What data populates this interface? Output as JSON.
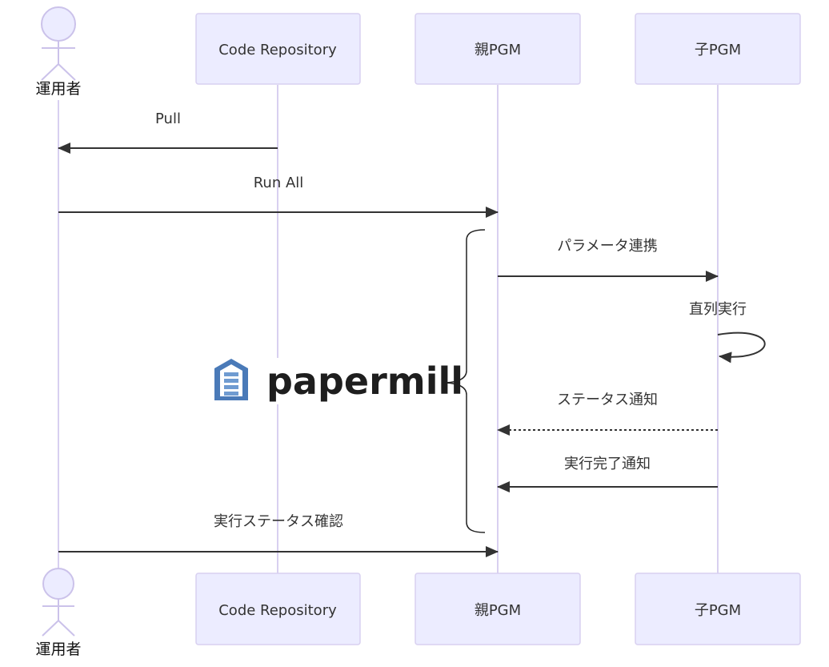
{
  "colors": {
    "lifeline": "#d8d0f0",
    "participant_fill": "#ececff",
    "participant_stroke": "#d8d0f0",
    "actor_fill": "#ececff",
    "actor_stroke": "#cbc2ea",
    "arrow": "#333333",
    "brace": "#222222",
    "logo_icon": "#4a7ab8"
  },
  "participants": {
    "actor": "運用者",
    "repo": "Code Repository",
    "parent": "親PGM",
    "child": "子PGM"
  },
  "messages": {
    "pull": "Pull",
    "run_all": "Run All",
    "param": "パラメータ連携",
    "serial": "直列実行",
    "status_notify": "ステータス通知",
    "done_notify": "実行完了通知",
    "check_status": "実行ステータス確認"
  },
  "logo": {
    "text": "papermill",
    "icon": "papermill-logo-icon"
  }
}
